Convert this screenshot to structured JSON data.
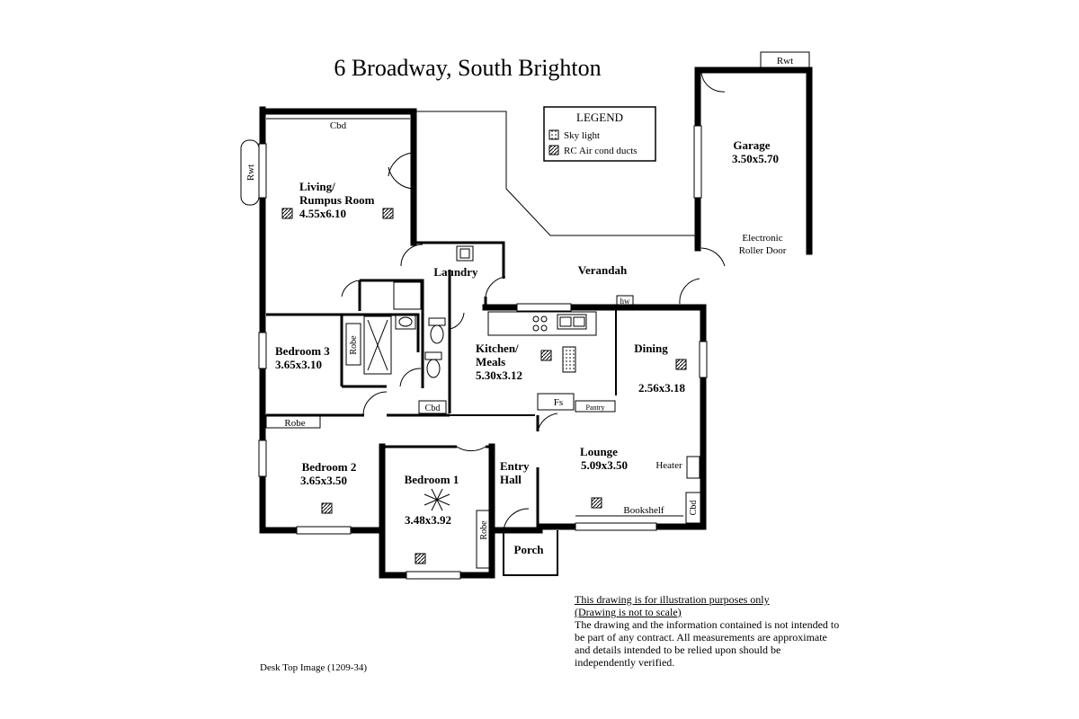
{
  "title": "6 Broadway,  South Brighton",
  "legend": {
    "heading": "LEGEND",
    "items": [
      "Sky light",
      "RC Air cond ducts"
    ]
  },
  "rooms": {
    "living": {
      "name_line1": "Living/",
      "name_line2": "Rumpus Room",
      "size": "4.55x6.10"
    },
    "garage": {
      "name": "Garage",
      "size": "3.50x5.70"
    },
    "laundry": {
      "name": "Laundry"
    },
    "verandah": {
      "name": "Verandah"
    },
    "bedroom3": {
      "name": "Bedroom 3",
      "size": "3.65x3.10"
    },
    "kitchen": {
      "name_line1": "Kitchen/",
      "name_line2": "Meals",
      "size": "5.30x3.12"
    },
    "dining": {
      "name": "Dining",
      "size": "2.56x3.18"
    },
    "bedroom2": {
      "name": "Bedroom 2",
      "size": "3.65x3.50"
    },
    "bedroom1": {
      "name": "Bedroom 1",
      "size": "3.48x3.92"
    },
    "entry": {
      "name_line1": "Entry",
      "name_line2": "Hall"
    },
    "lounge": {
      "name": "Lounge",
      "size": "5.09x3.50"
    },
    "porch": {
      "name": "Porch"
    }
  },
  "labels": {
    "rwt": "Rwt",
    "cbd": "Cbd",
    "robe": "Robe",
    "hw": "hw",
    "fs": "Fs",
    "pantry": "Pantry",
    "heater": "Heater",
    "bookshelf": "Bookshelf",
    "door_line1": "Electronic",
    "door_line2": "Roller Door"
  },
  "disclaimer": {
    "line1": "This drawing is for illustration purposes only",
    "line2": "(Drawing is not to scale)",
    "body": "The drawing and the information contained is not intended to be part of any contract.  All measurements are approximate and details intended to be relied upon should be independently verified."
  },
  "footer": "Desk Top Image  (1209-34)",
  "colors": {
    "ink": "#000000",
    "paper": "#ffffff"
  }
}
